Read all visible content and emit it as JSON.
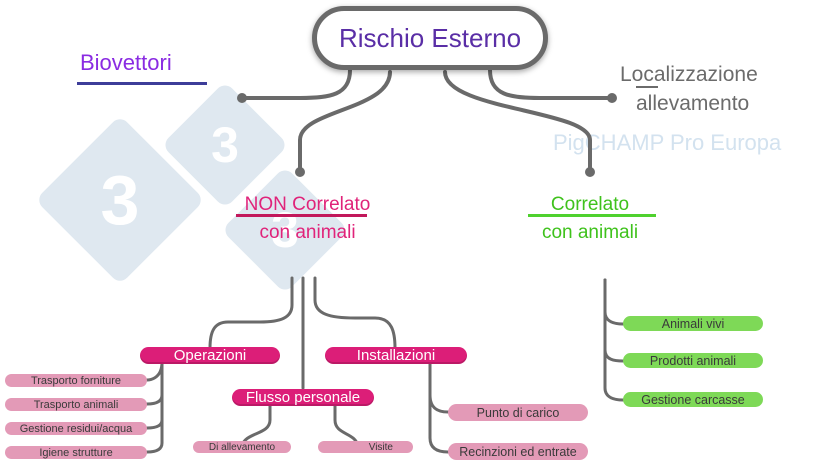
{
  "root": {
    "label": "Rischio Esterno"
  },
  "left_branch": {
    "label": "Biovettori"
  },
  "right_branch": {
    "line1": "Localizzazione",
    "line2": "allevamento"
  },
  "watermark": {
    "text": "PigCHAMP Pro Europa",
    "logo_digit": "3"
  },
  "non_correlato": {
    "line1": "NON Correlato",
    "line2": "con animali",
    "operazioni": {
      "label": "Operazioni",
      "items": [
        "Trasporto forniture",
        "Trasporto animali",
        "Gestione residui/acqua",
        "Igiene strutture"
      ]
    },
    "flusso": {
      "label": "Flusso personale",
      "items": [
        "Di allevamento",
        "Visite"
      ]
    },
    "installazioni": {
      "label": "Installazioni",
      "items": [
        "Punto di carico",
        "Recinzioni ed entrate"
      ]
    }
  },
  "correlato": {
    "line1": "Correlato",
    "line2": "con animali",
    "items": [
      "Animali vivi",
      "Prodotti animali",
      "Gestione carcasse"
    ]
  },
  "colors": {
    "pink": "#dc1e78",
    "light_pink": "#e39ab7",
    "green": "#7ed957",
    "purple": "#8a2be2",
    "connector": "#6a6a6a"
  }
}
